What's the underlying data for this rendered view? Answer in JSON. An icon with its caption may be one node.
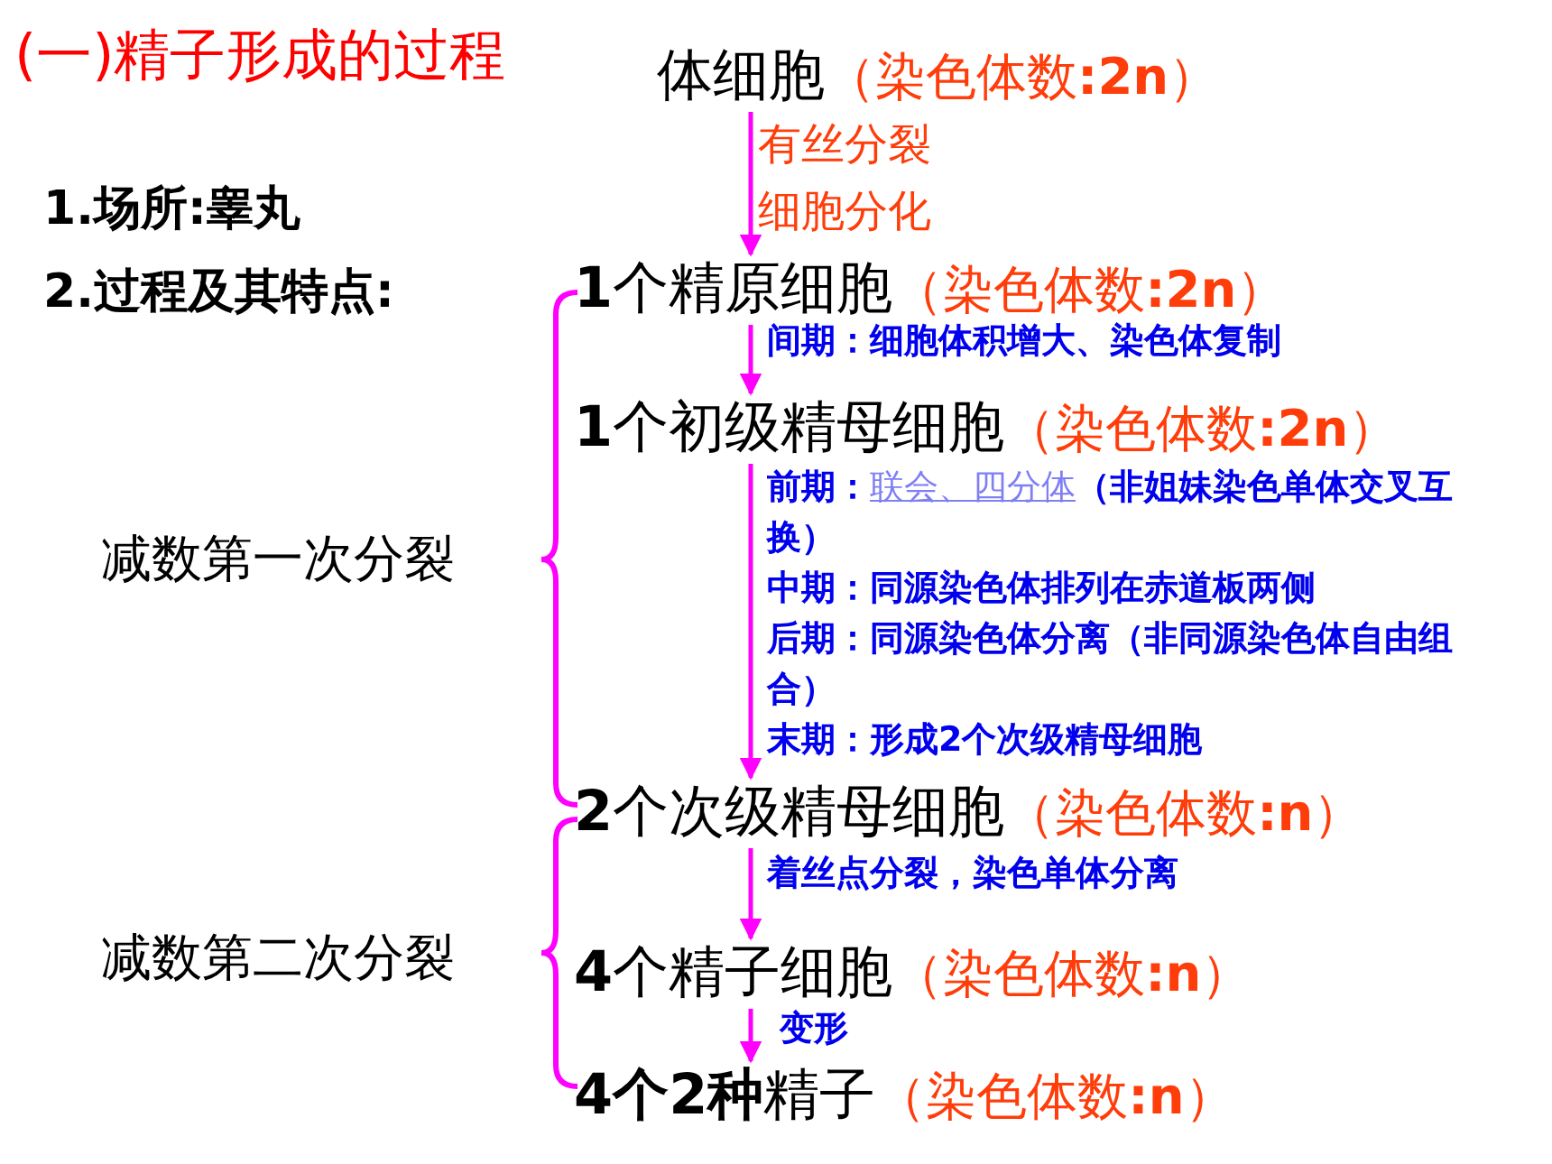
{
  "diagram": {
    "title": "(一)精子形成的过程",
    "nodes": [
      {
        "text": [
          "体细胞"
        ],
        "beside": [
          "（染色体数**:2n**）"
        ]
      },
      {
        "text": [
          "**1**个精原细胞"
        ],
        "beside": [
          "（染色体数**:2n**）"
        ]
      },
      {
        "text": [
          "**1**个初级精母细胞"
        ],
        "beside": [
          "（染色体数**:2n**）"
        ]
      },
      {
        "text": [
          "**2**个次级精母细胞"
        ],
        "beside": [
          "（染色体数**:n**）"
        ]
      },
      {
        "text": [
          "**4**个精子细胞"
        ],
        "beside": [
          "（染色体数**:n**）"
        ]
      },
      {
        "text": [
          "**4个2种**精子"
        ],
        "beside": [
          "（染色体数**:n**）"
        ]
      }
    ],
    "edges": [
      {
        "from": 0,
        "to": 1,
        "arrow": "to",
        "label": "有丝分裂细胞分化"
      },
      {
        "from": 1,
        "to": 2,
        "arrow": "to",
        "label": "间期：细胞体积增大、染色体复制"
      },
      {
        "from": 2,
        "to": 3,
        "arrow": "to"
      },
      {
        "from": 3,
        "to": 4,
        "arrow": "to",
        "label": "着丝点分裂，染色单体分离"
      },
      {
        "from": 4,
        "to": 5,
        "arrow": "to",
        "label": "变形"
      }
    ],
    "labels": [
      "1.场所:睾丸",
      "2.过程及其特点:",
      "减数第一次分裂",
      "前期：*联会、四分体*（非姐妹染色单体交叉互换）",
      "中期：同源染色体排列在赤道板两侧",
      "后期：同源染色体分离（非同源染色体自由组合）",
      "末期：形成2个次级精母细胞",
      "减数第二次分裂"
    ]
  }
}
